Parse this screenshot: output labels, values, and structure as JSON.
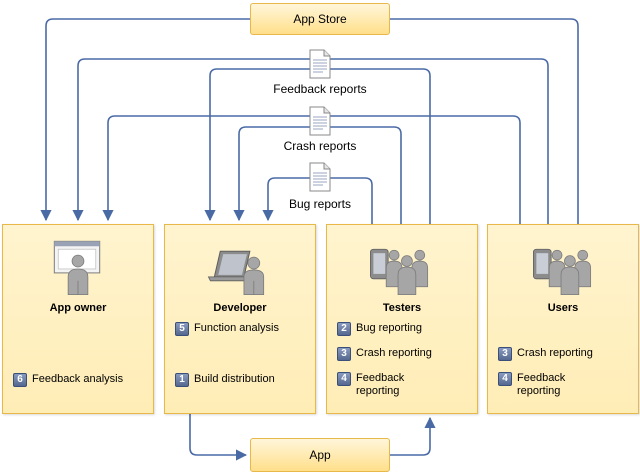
{
  "app_store": {
    "label": "App Store"
  },
  "app": {
    "label": "App"
  },
  "documents": [
    {
      "label": "Feedback reports",
      "icon": "document-icon"
    },
    {
      "label": "Crash reports",
      "icon": "document-icon"
    },
    {
      "label": "Bug reports",
      "icon": "document-icon"
    }
  ],
  "panels": [
    {
      "title": "App owner",
      "icon": "app-owner-icon",
      "steps": [
        {
          "number": "6",
          "text": "Feedback analysis"
        }
      ]
    },
    {
      "title": "Developer",
      "icon": "developer-icon",
      "steps": [
        {
          "number": "5",
          "text": "Function analysis"
        },
        {
          "number": "1",
          "text": "Build distribution"
        }
      ]
    },
    {
      "title": "Testers",
      "icon": "testers-icon",
      "steps": [
        {
          "number": "2",
          "text": "Bug reporting"
        },
        {
          "number": "3",
          "text": "Crash reporting"
        },
        {
          "number": "4",
          "text": "Feedback reporting"
        }
      ]
    },
    {
      "title": "Users",
      "icon": "users-icon",
      "steps": [
        {
          "number": "3",
          "text": "Crash reporting"
        },
        {
          "number": "4",
          "text": "Feedback reporting"
        }
      ]
    }
  ],
  "colors": {
    "connector": "#4a6aa5",
    "panel_border": "#e8b84a",
    "badge": "#5d6f96"
  }
}
